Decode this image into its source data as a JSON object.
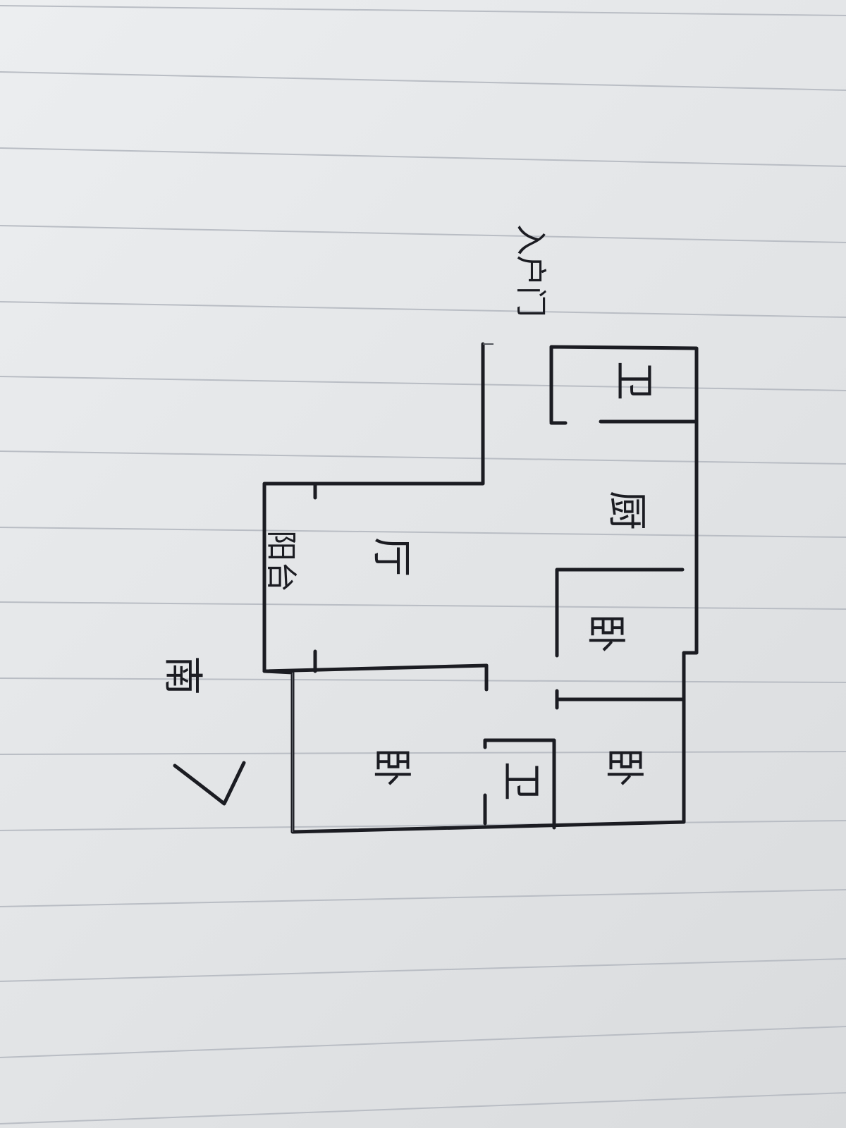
{
  "labels": {
    "entrance": "入户门",
    "bathroom_top": "卫",
    "kitchen": "厨",
    "living": "厅",
    "balcony": "阳台",
    "bedroom_mid": "卧",
    "bedroom_left": "卧",
    "bedroom_right": "卧",
    "bathroom_bottom": "卫",
    "south": "南"
  },
  "ink_color": "#1b1c22",
  "paper_color": "#e4e6e8",
  "rule_color": "#b9bdc4"
}
